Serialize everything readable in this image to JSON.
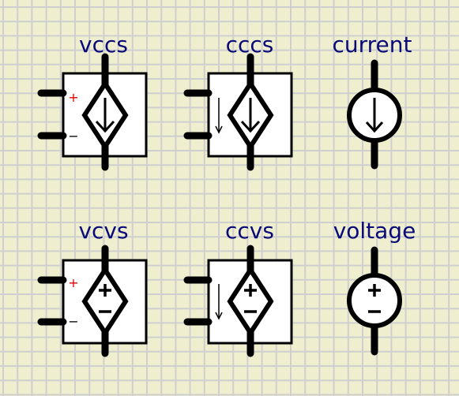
{
  "components": {
    "vccs": {
      "label": "vccs",
      "pos_mark": "+",
      "neg_mark": "−"
    },
    "cccs": {
      "label": "cccs"
    },
    "current": {
      "label": "current"
    },
    "vcvs": {
      "label": "vcvs",
      "pos_mark": "+",
      "neg_mark": "−"
    },
    "ccvs": {
      "label": "ccvs"
    },
    "voltage": {
      "label": "voltage"
    }
  },
  "colors": {
    "background": "#efefcf",
    "grid": "#cfcfcf",
    "label": "#0a0a78",
    "plus_mark": "#e00000",
    "stroke": "#000000",
    "fill": "#ffffff"
  }
}
